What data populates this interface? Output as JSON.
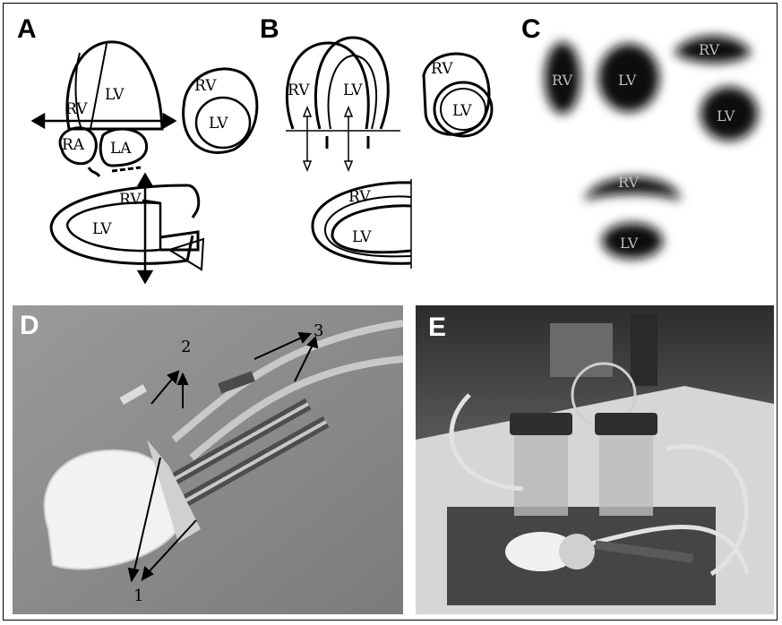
{
  "panels": {
    "a": {
      "letter": "A",
      "labels": {
        "rv": "RV",
        "lv": "LV",
        "ra": "RA",
        "la": "LA",
        "rv_short": "RV",
        "lv_short": "LV",
        "rv_long": "RV",
        "lv_long": "LV"
      }
    },
    "b": {
      "letter": "B",
      "labels": {
        "rv": "RV",
        "lv": "LV",
        "rv_short": "RV",
        "lv_short": "LV",
        "rv_long": "RV",
        "lv_long": "LV"
      }
    },
    "c": {
      "letter": "C",
      "labels": {
        "rv_left": "RV",
        "lv_left": "LV",
        "rv_right": "RV",
        "lv_right": "LV",
        "rv_bottom": "RV",
        "lv_bottom": "LV"
      }
    },
    "d": {
      "letter": "D",
      "markers": {
        "m1": "1",
        "m2": "2",
        "m3": "3"
      }
    },
    "e": {
      "letter": "E"
    }
  },
  "colors": {
    "line": "#000000",
    "photo_bg_d": "#8c8c8c",
    "photo_bg_e": "#3a3a3a",
    "bench": "#d9d9d9"
  }
}
